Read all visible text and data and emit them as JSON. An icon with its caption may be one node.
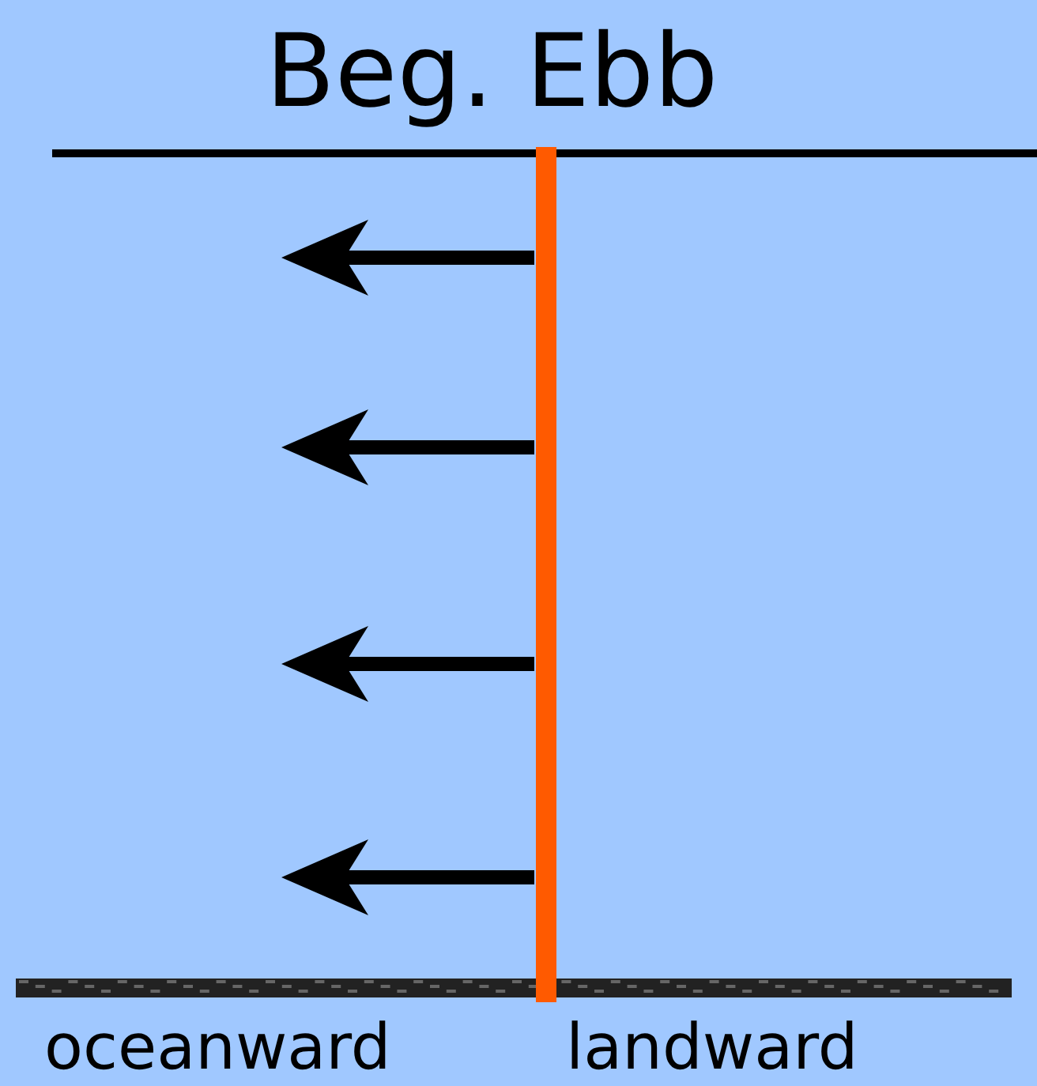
{
  "diagram": {
    "title": "Beg. Ebb",
    "labels": [
      "oceanward",
      "landward"
    ]
  }
}
